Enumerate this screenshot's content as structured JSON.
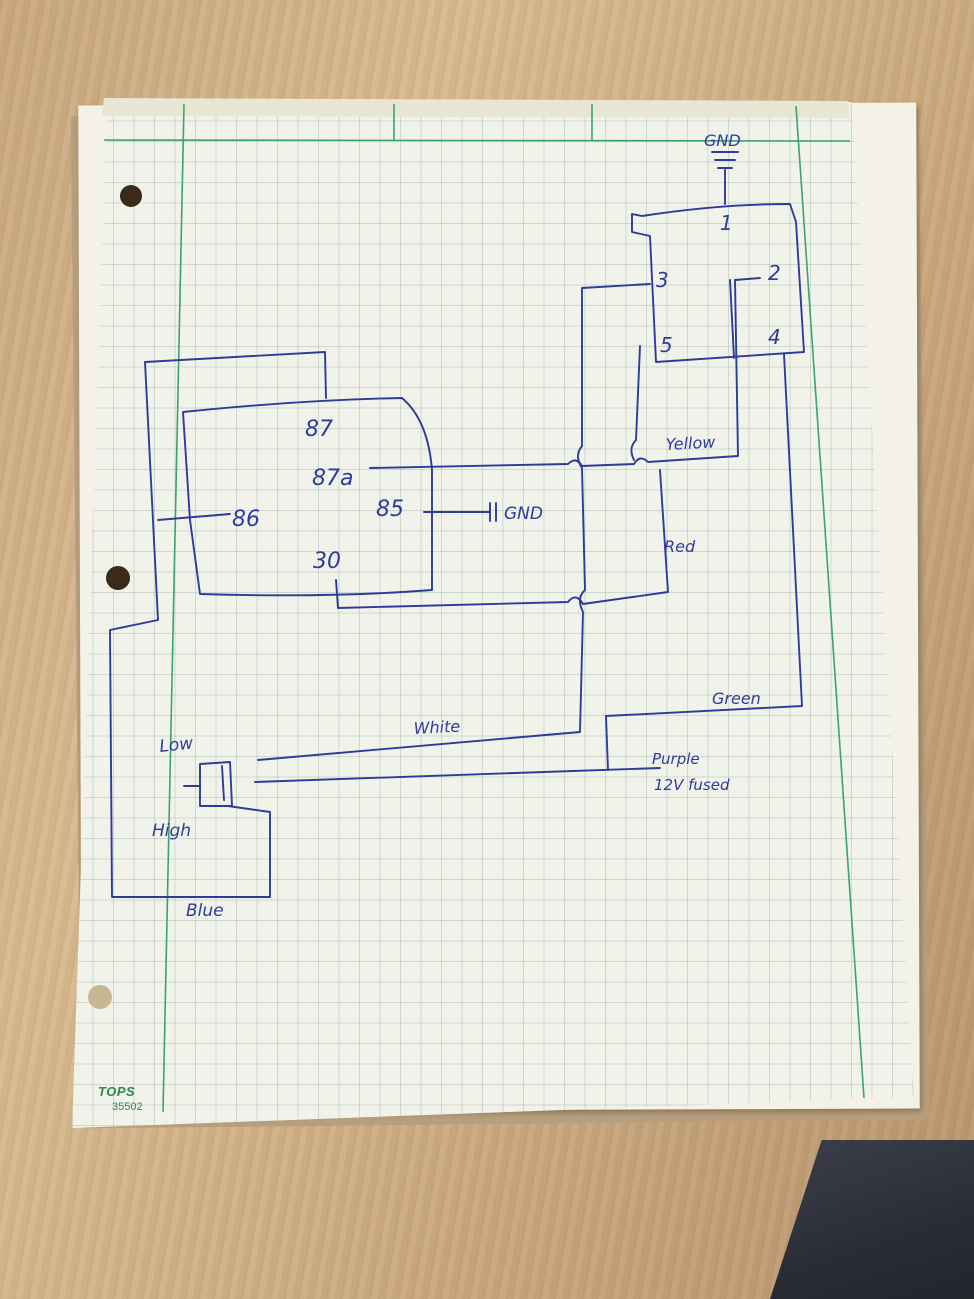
{
  "diagram": {
    "relay": {
      "pins": [
        "87",
        "87a",
        "85",
        "86",
        "30"
      ],
      "ground_label": "GND"
    },
    "switch": {
      "ground_label": "GND",
      "pins": [
        "1",
        "2",
        "3",
        "4",
        "5"
      ]
    },
    "selector": {
      "low_label": "Low",
      "high_label": "High"
    },
    "wires": {
      "yellow": "Yellow",
      "red": "Red",
      "white": "White",
      "green": "Green",
      "purple": "Purple",
      "purple_note": "12V fused",
      "blue": "Blue"
    }
  },
  "paper": {
    "brand": "TOPS",
    "product_number": "35502"
  },
  "colors": {
    "ink": "#2f3a9e",
    "margin_line": "#3aa56a",
    "grid": "#a8bdb4"
  }
}
